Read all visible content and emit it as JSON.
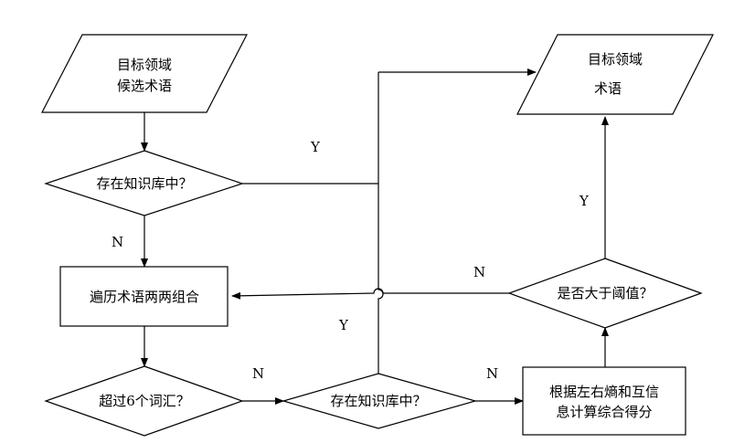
{
  "nodes": {
    "input_terms": {
      "line1": "目标领域",
      "line2": "候选术语"
    },
    "check_kb_top": {
      "label": "存在知识库中？"
    },
    "combine": {
      "label": "遍历术语两两组合"
    },
    "check_len": {
      "label": "超过6个词汇？"
    },
    "check_kb_bottom": {
      "label": "存在知识库中？"
    },
    "compute": {
      "line1": "根据左右熵和互信",
      "line2": "息计算综合得分"
    },
    "check_threshold": {
      "label": "是否大于阈值？"
    },
    "output_terms": {
      "line1": "目标领域",
      "line2": "术语"
    }
  },
  "edge_labels": {
    "top_yes": "Y",
    "top_no": "N",
    "threshold_no": "N",
    "threshold_yes": "Y",
    "bottom_yes": "Y",
    "len_no": "N",
    "kb_bottom_no": "N"
  }
}
